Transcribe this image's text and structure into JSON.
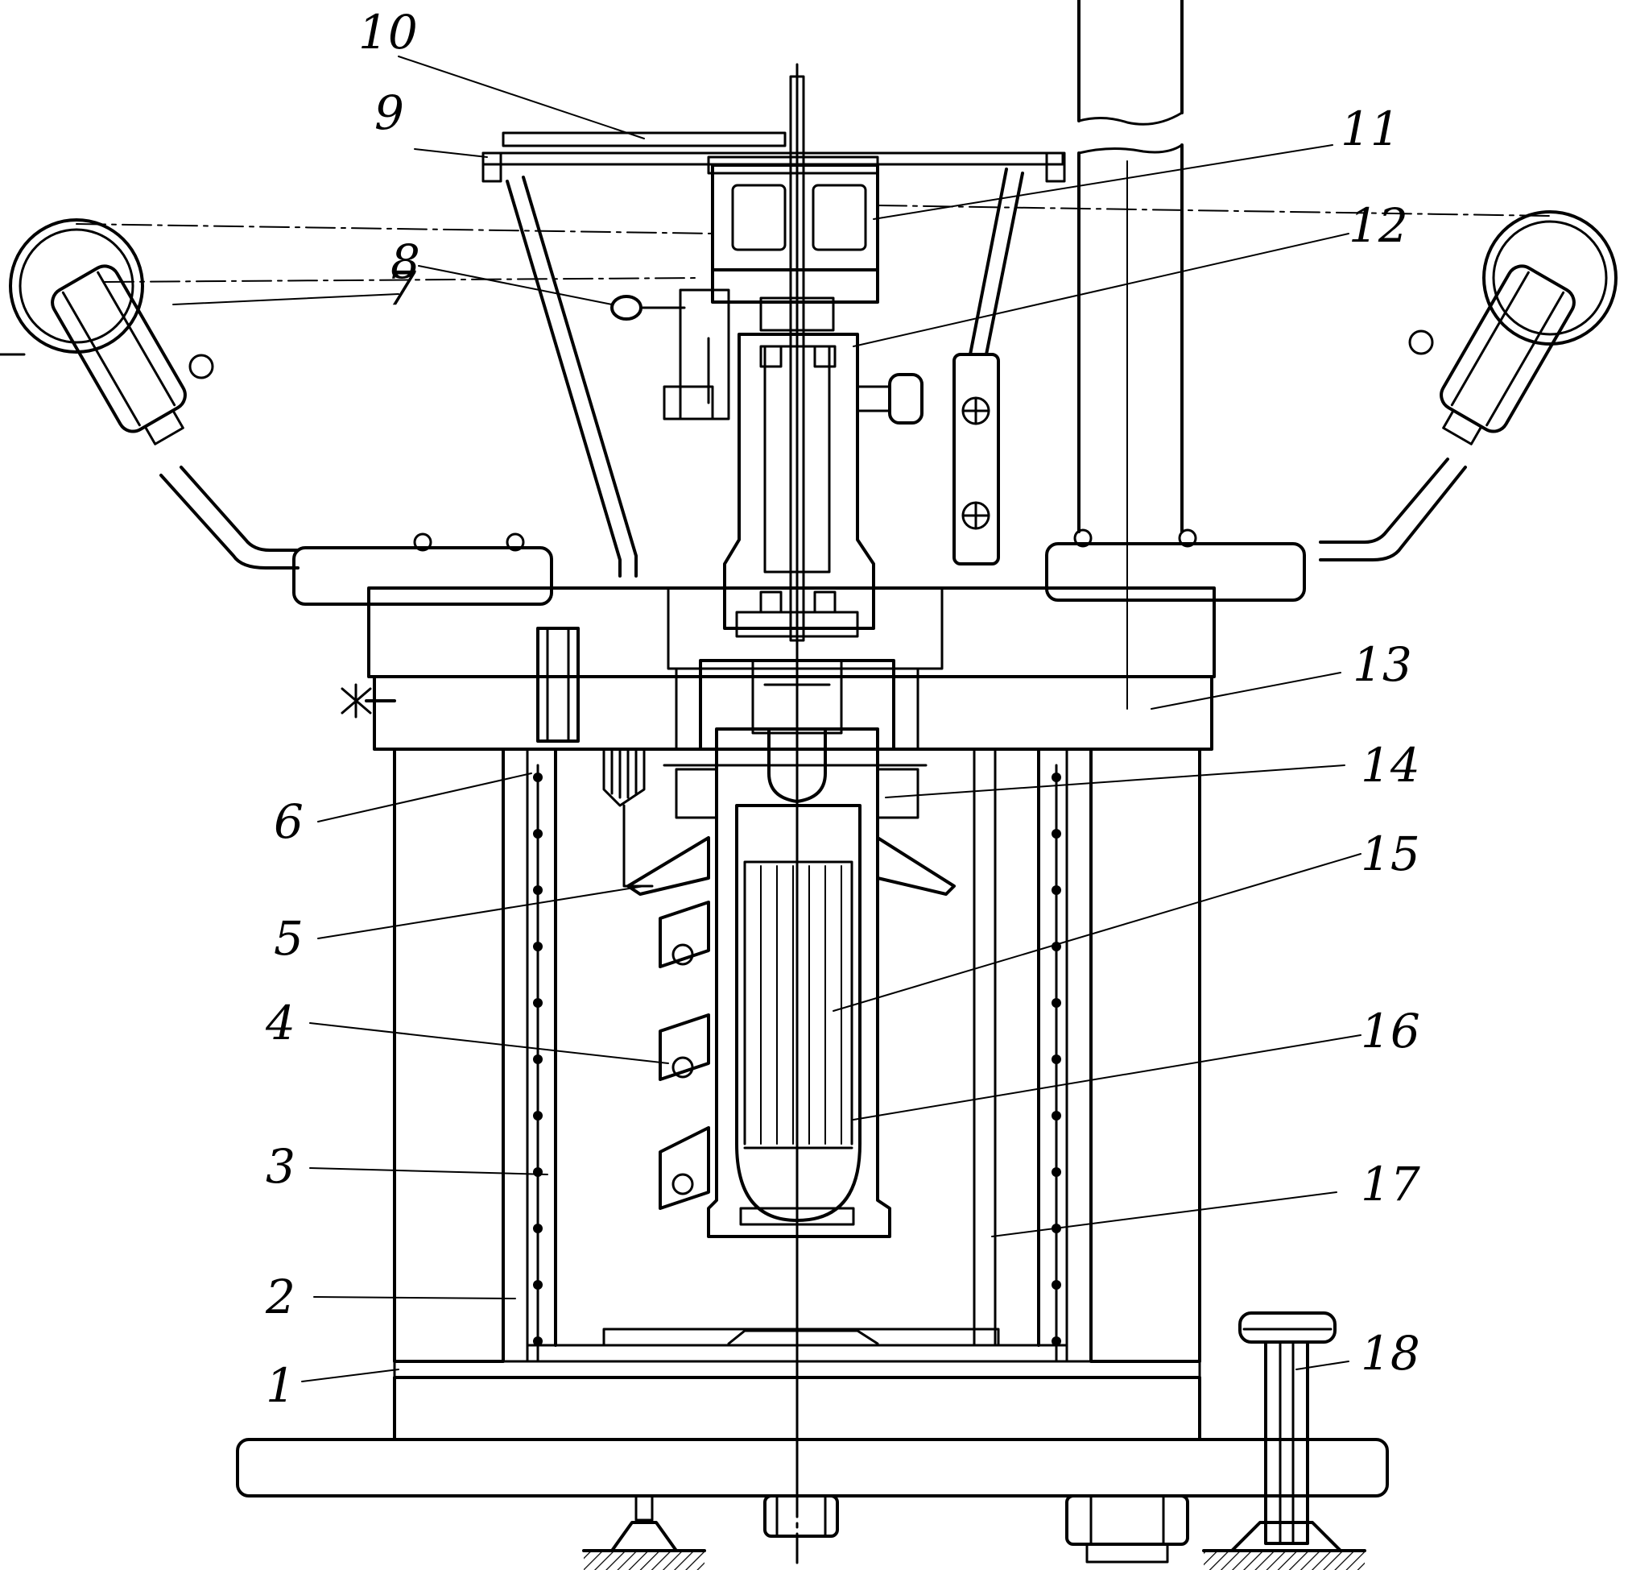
{
  "diagram": {
    "labels": [
      {
        "id": "1",
        "text": "1"
      },
      {
        "id": "2",
        "text": "2"
      },
      {
        "id": "3",
        "text": "3"
      },
      {
        "id": "4",
        "text": "4"
      },
      {
        "id": "5",
        "text": "5"
      },
      {
        "id": "6",
        "text": "6"
      },
      {
        "id": "7",
        "text": "7"
      },
      {
        "id": "8",
        "text": "8"
      },
      {
        "id": "9",
        "text": "9"
      },
      {
        "id": "10",
        "text": "10"
      },
      {
        "id": "11",
        "text": "11"
      },
      {
        "id": "12",
        "text": "12"
      },
      {
        "id": "13",
        "text": "13"
      },
      {
        "id": "14",
        "text": "14"
      },
      {
        "id": "15",
        "text": "15"
      },
      {
        "id": "16",
        "text": "16"
      },
      {
        "id": "17",
        "text": "17"
      },
      {
        "id": "18",
        "text": "18"
      }
    ],
    "colors": {
      "ink": "#000000",
      "paper": "#ffffff"
    }
  }
}
